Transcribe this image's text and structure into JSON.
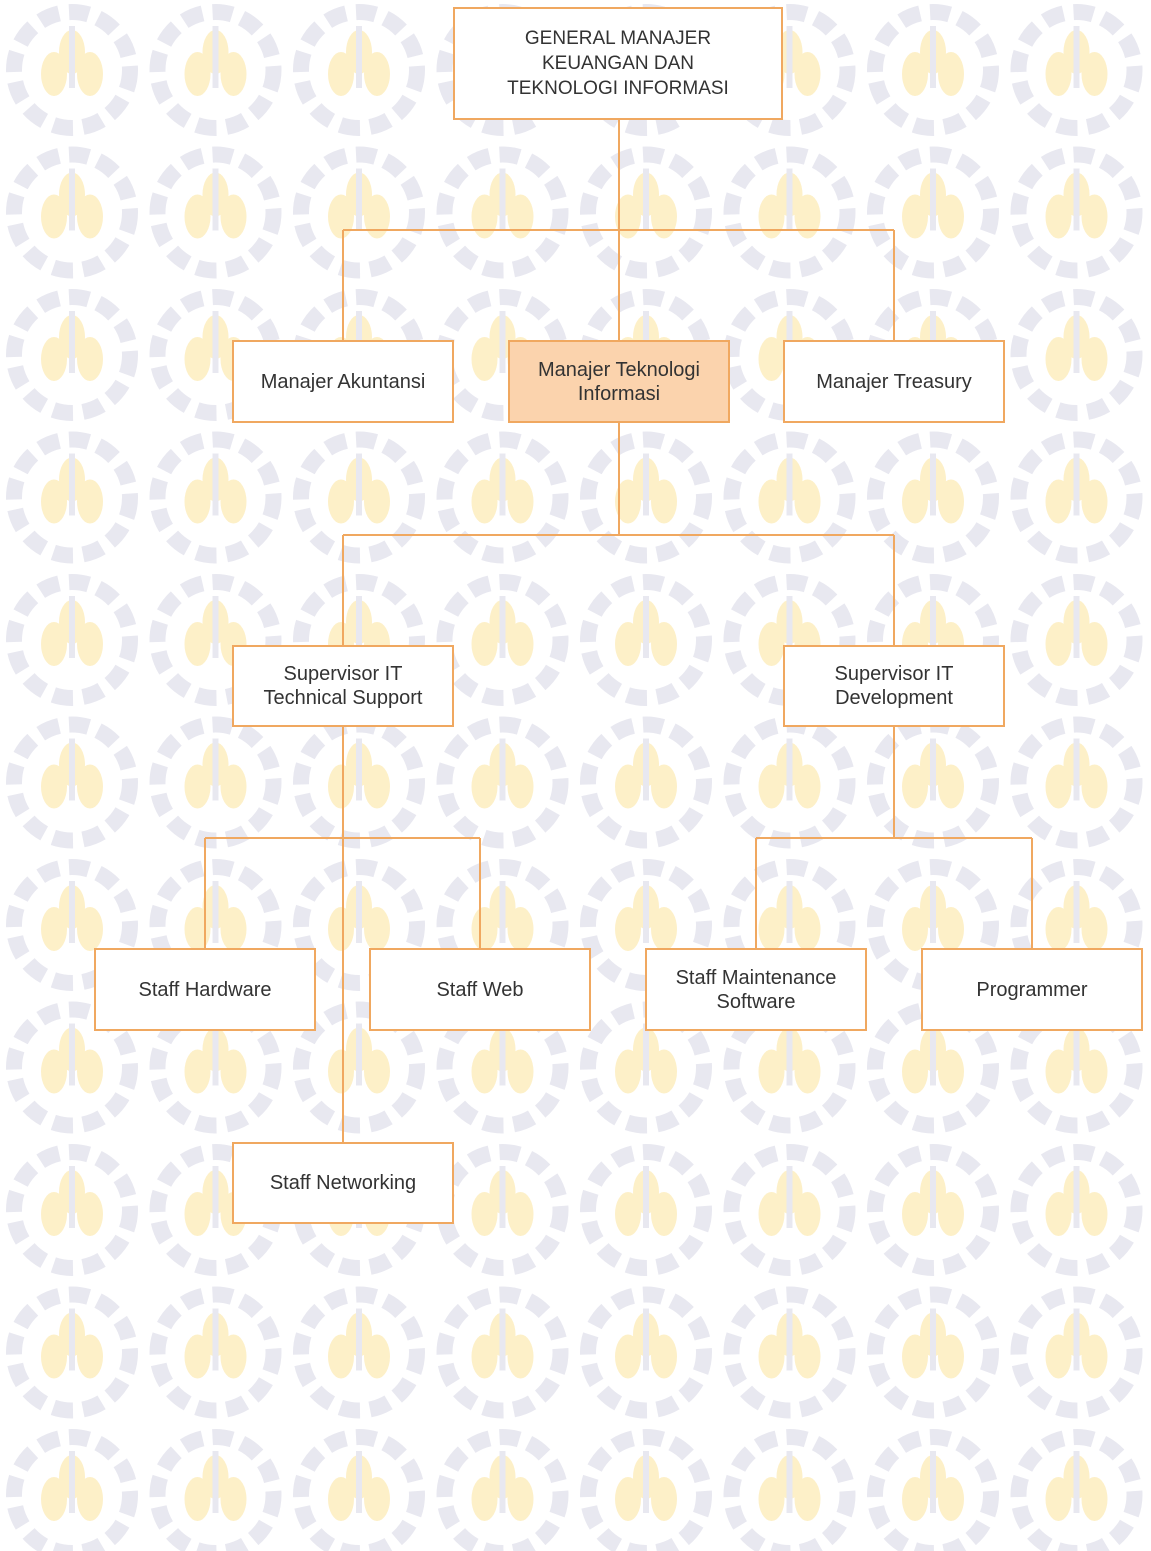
{
  "colors": {
    "box_border": "#f0a860",
    "connector": "#f0a860",
    "highlight_fill": "#fbd3ad",
    "text": "#333333",
    "watermark_gear": "#e8e8f0",
    "watermark_flower": "#fdf0c8"
  },
  "watermark": {
    "icon": "its-emblem-icon"
  },
  "org_chart": {
    "root": "GENERAL MANAJER\nKEUANGAN DAN\nTEKNOLOGI INFORMASI",
    "managers": {
      "akuntansi": "Manajer Akuntansi",
      "teknologi_informasi": "Manajer Teknologi\nInformasi",
      "treasury": "Manajer Treasury"
    },
    "supervisors": {
      "technical_support": "Supervisor IT\nTechnical Support",
      "development": "Supervisor IT\nDevelopment"
    },
    "staff": {
      "hardware": "Staff Hardware",
      "web": "Staff Web",
      "networking": "Staff Networking",
      "maintenance_software": "Staff Maintenance\nSoftware",
      "programmer": "Programmer"
    }
  }
}
